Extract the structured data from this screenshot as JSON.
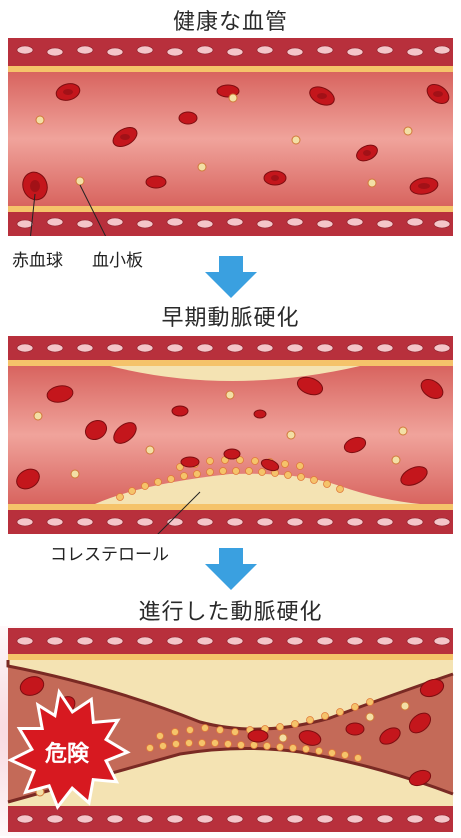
{
  "stages": [
    {
      "title": "健康な血管"
    },
    {
      "title": "早期動脈硬化"
    },
    {
      "title": "進行した動脈硬化"
    }
  ],
  "labels": {
    "rbc": "赤血球",
    "platelet": "血小板",
    "cholesterol": "コレステロール",
    "danger": "危険"
  },
  "colors": {
    "vessel_wall": "#b8303c",
    "wall_cells": "#f2c4c8",
    "blood": "#e98a86",
    "rbc": "#c4161c",
    "platelet": "#f3dfa5",
    "plaque": "#f4e3b3",
    "arrow": "#3aa0e0",
    "danger_burst": "#d71920"
  },
  "icons": {
    "arrow": "down-arrow-icon",
    "danger": "danger-burst-icon"
  }
}
